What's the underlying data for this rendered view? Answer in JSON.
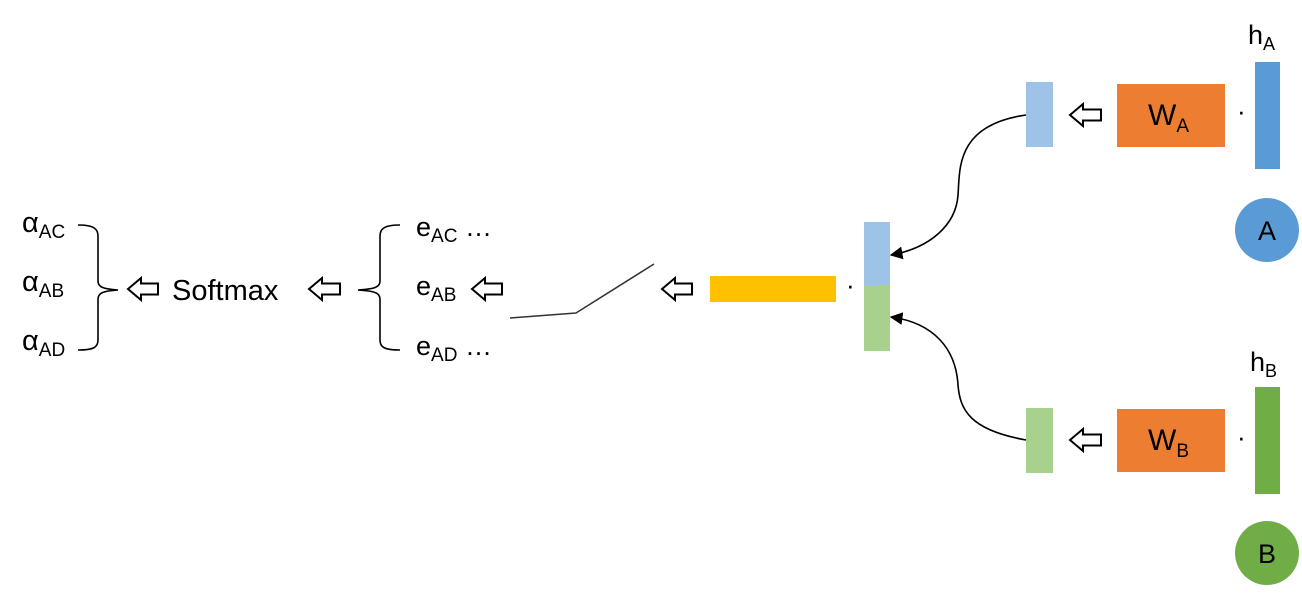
{
  "colors": {
    "vector_light_blue": "#9dc3e6",
    "vector_blue": "#5b9bd5",
    "vector_light_green": "#a9d18e",
    "vector_green": "#70ad47",
    "weight_orange": "#ed7d31",
    "attention_yellow": "#ffc000"
  },
  "icons": {
    "arrow": "hollow-left-arrow",
    "brace": "curly-brace"
  },
  "node_a": {
    "label": "A",
    "h_base": "h",
    "h_sub": "A",
    "w_base": "W",
    "w_sub": "A",
    "dot": "·"
  },
  "node_b": {
    "label": "B",
    "h_base": "h",
    "h_sub": "B",
    "w_base": "W",
    "w_sub": "B",
    "dot": "·"
  },
  "concat": {
    "dot": "·"
  },
  "scores": [
    {
      "base": "e",
      "sub": "AC",
      "suffix": " …"
    },
    {
      "base": "e",
      "sub": "AB",
      "suffix": ""
    },
    {
      "base": "e",
      "sub": "AD",
      "suffix": " …"
    }
  ],
  "softmax": {
    "label": "Softmax"
  },
  "alphas": [
    {
      "base": "α",
      "sub": "AC"
    },
    {
      "base": "α",
      "sub": "AB"
    },
    {
      "base": "α",
      "sub": "AD"
    }
  ]
}
